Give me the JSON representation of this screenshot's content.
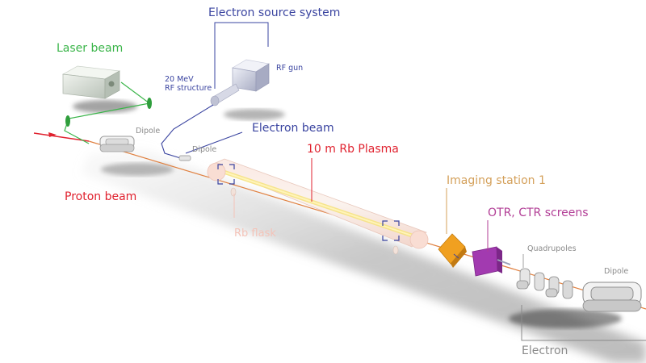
{
  "labels": {
    "electron_source_system": "Electron source system",
    "rf_gun": "RF gun",
    "rf_structure_line1": "20 MeV",
    "rf_structure_line2": "RF structure",
    "laser_beam": "Laser beam",
    "dipole": "Dipole",
    "electron_beam": "Electron beam",
    "plasma": "10 m Rb Plasma",
    "proton_beam": "Proton beam",
    "imaging_station": "Imaging station 1",
    "otr_ctr": "OTR, CTR screens",
    "rb_flask": "Rb flask",
    "quadrupoles": "Quadrupoles",
    "electron": "Electron"
  },
  "colors": {
    "electron": "#3a44a0",
    "laser": "#3bb54a",
    "proton": "#e0222f",
    "imaging": "#f0a020",
    "otr": "#a23ab0",
    "plasma_glow": "#f5e27a",
    "equipment": "#9a9a9a",
    "rb_flask": "#f4c3b8"
  }
}
